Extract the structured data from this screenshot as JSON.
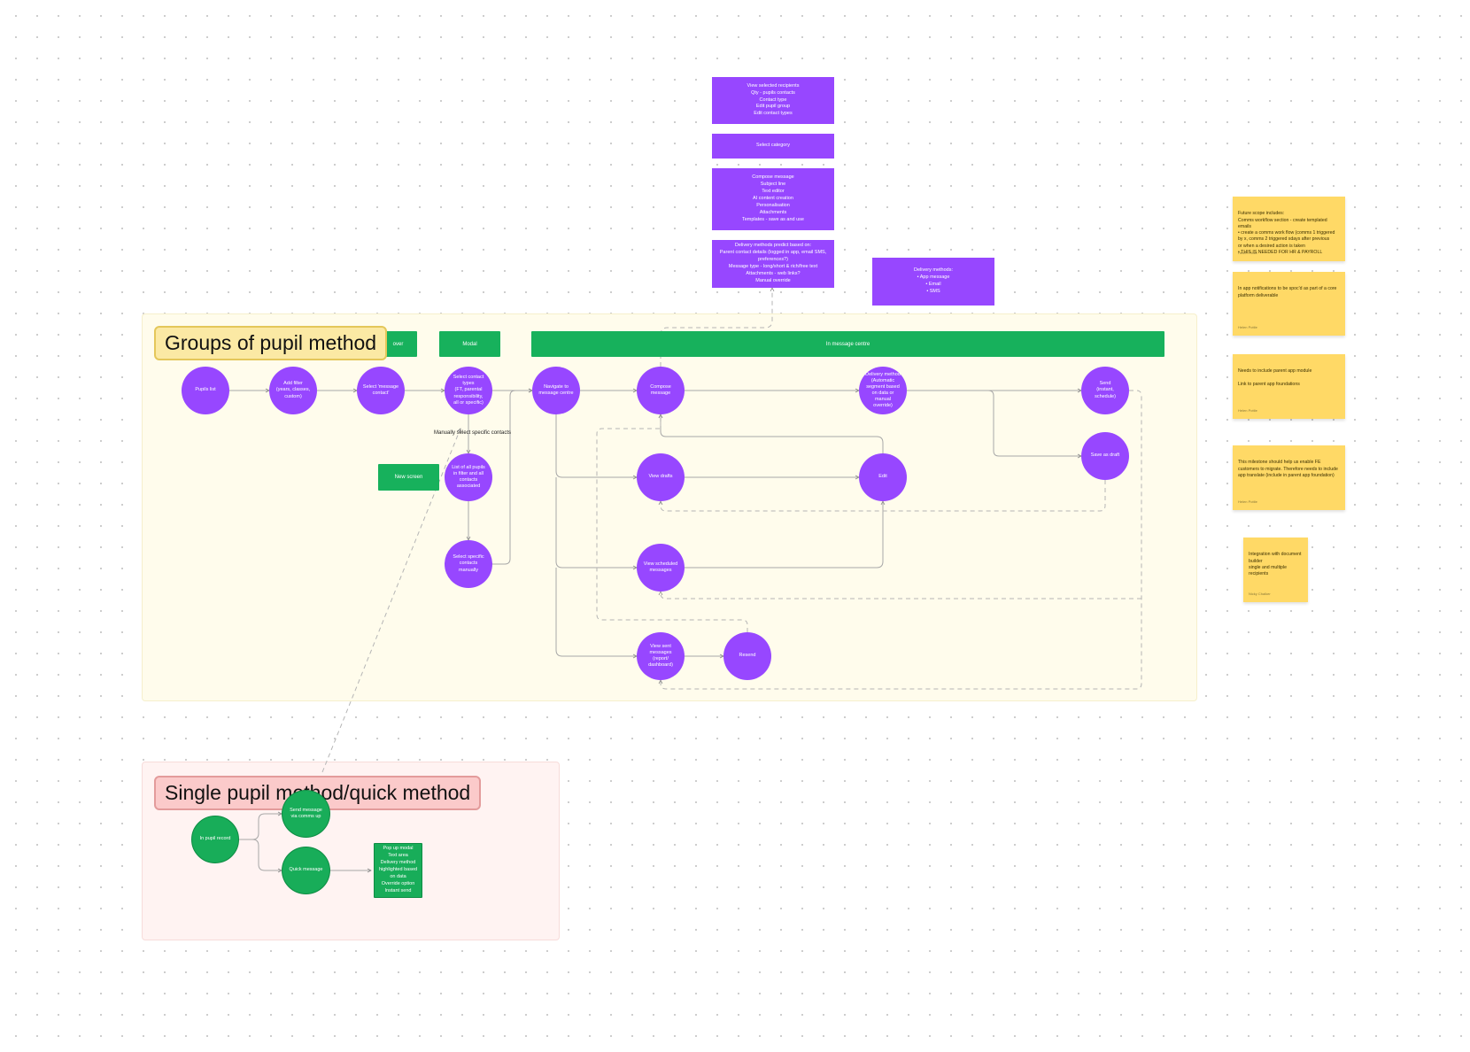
{
  "sections": {
    "groups_title": "Groups of pupil method",
    "single_title": "Single pupil method/quick method"
  },
  "bars": {
    "cover": "over",
    "modal": "Modal",
    "message_centre": "In message centre",
    "new_screen": "New screen"
  },
  "nodes": {
    "pupils_list": "Pupils list",
    "add_filter": "Add filter\n(years, classes,\ncustom)",
    "select_message_contact": "Select 'message\ncontact'",
    "select_contact_types": "Select contact\ntypes\n(FT, parental\nresponsibility,\nall or specific)",
    "list_all_pupils": "List of all pupils\nin filter and all\ncontacts\nassociated",
    "select_specific": "Select specific\ncontacts\nmanually",
    "navigate_centre": "Navigate to\nmessage centre",
    "compose_message": "Compose\nmessage",
    "delivery_method": "Delivery method\n(Automatic\nsegment based\non data or manual\noverride)",
    "send": "Send\n(instant,\nschedule)",
    "save_draft": "Save as draft",
    "view_drafts": "View drafts",
    "edit": "Edit",
    "view_scheduled": "View scheduled\nmessages",
    "view_sent": "View sent\nmessages\n(report/\ndashboard)",
    "resend": "Resend",
    "in_pupil_record": "In pupil record",
    "send_via_comms": "Send message\nvia comms up",
    "quick_message": "Quick message"
  },
  "edge_labels": {
    "manually_select": "Manually select specific contacts"
  },
  "rects": {
    "view_selected": "View selected recipients\nQty - pupils contacts\nContact type\nEdit pupil group\nEdit contact types",
    "select_category": "Select category",
    "compose_details": "Compose message\nSubject line\nText editor\nAI content creation\nPersonalisation\nAttachments\nTemplates - save as and use",
    "delivery_details": "Delivery methods predict based on:\nParent contact details (logged in app, email SMS,\npreferences?)\nMessage type - long/short & rich/free text\nAttachments - web links?\nManual override",
    "delivery_methods": "Delivery methods:\n• App message\n• Email\n• SMS",
    "popup_modal": "Pop up modal\nText area\nDelivery method\nhighlighted based\non data\nOverride option\nInstant send"
  },
  "stickies": {
    "future_scope": "Future scope includes:\nComms workflow section - create templated\nemails\n  • create a comms work flow (comms 1 triggered\n    by x, comms 2 triggered xdays after previous\n    or when a desired action is taken\n  • THIS IS NEEDED FOR HR & PAYROLL",
    "in_app_notifications": "In app notifications to be spoc'd as part of a core\nplatform deliverable",
    "parent_app": "Needs to include parent app module\n\nLink to parent app foundations",
    "milestone": "This milestone should help us enable FE\ncustomers to migrate. Therefore needs to include\napp translate (include in parent app foundation)",
    "document_builder": "Integration with document\nbuilder\nsingle and multiple\nrecipients",
    "author_a": "Helen Pottle",
    "author_b": "Helen Pottle",
    "author_c": "Helen Pottle",
    "author_d": "Helen Pottle",
    "author_e": "Nicky Chalker"
  },
  "colors": {
    "purple": "#9747ff",
    "green": "#17b15c",
    "sticky": "#ffd966",
    "groups_section": "#fffcec",
    "single_section": "#fff3f2"
  }
}
